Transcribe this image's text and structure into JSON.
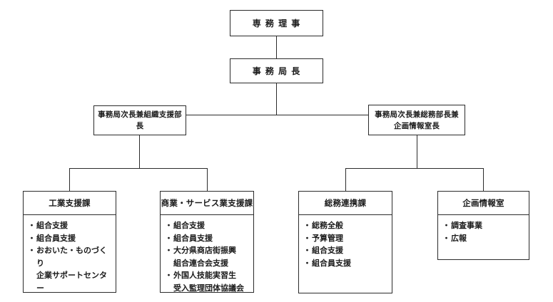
{
  "chart": {
    "bullet": "・",
    "top_node": {
      "label": "専 務 理 事"
    },
    "secretary_node": {
      "label": "事 務 局 長"
    },
    "branch_left": {
      "label": "事務局次長兼組織支援部長"
    },
    "branch_right": {
      "label": "事務局次長兼総務部長兼\n企画情報室長"
    },
    "departments": [
      {
        "name": "工業支援課",
        "items": [
          "組合支援",
          "組合員支援",
          "おおいた・ものづくり\n企業サポートセンター"
        ]
      },
      {
        "name": "商業・サービス業支援課",
        "items": [
          "組合支援",
          "組合員支援",
          "大分県商店街振興\n組合連合会支援",
          "外国人技能実習生\n受入監理団体協議会"
        ]
      },
      {
        "name": "総務連携課",
        "items": [
          "総務全般",
          "予算管理",
          "組合支援",
          "組合員支援"
        ]
      },
      {
        "name": "企画情報室",
        "items": [
          "調査事業",
          "広報"
        ]
      }
    ],
    "colors": {
      "line": "#2b2b2b",
      "text": "#1a1a1a",
      "background": "#ffffff"
    }
  }
}
